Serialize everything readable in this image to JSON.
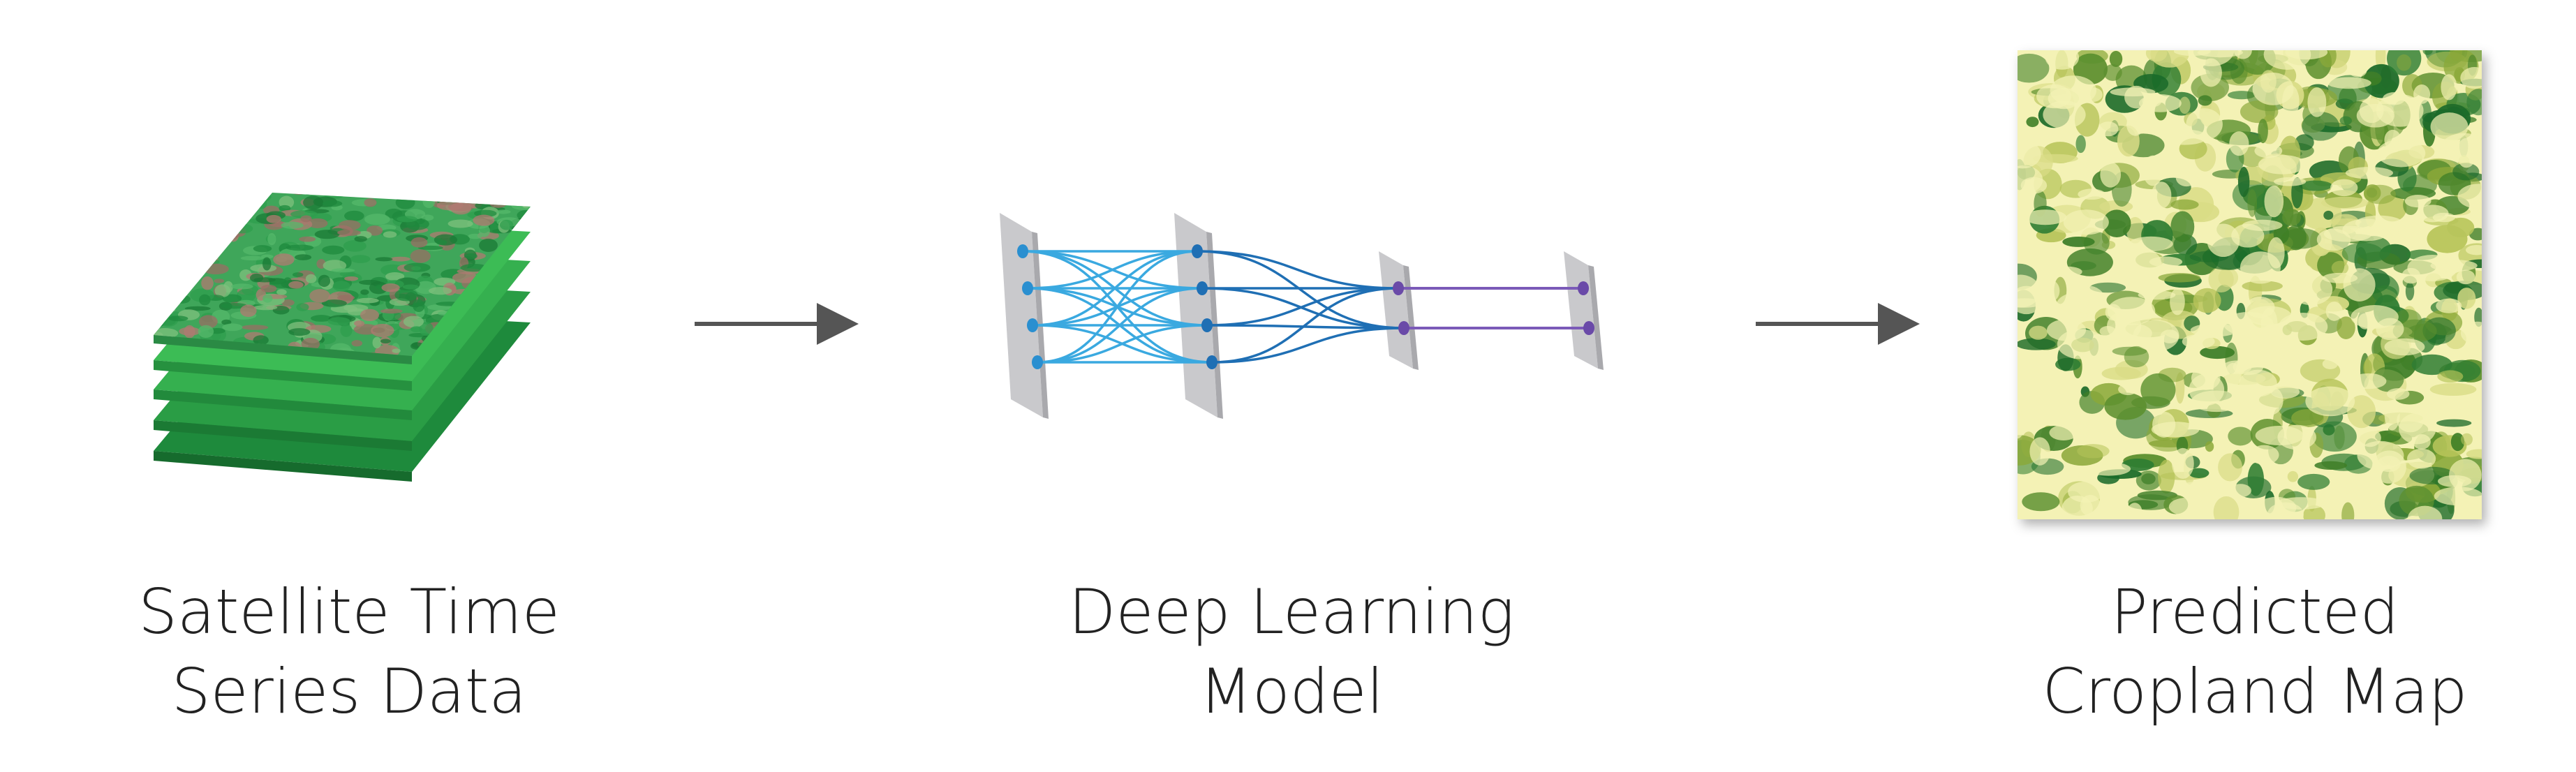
{
  "stages": [
    {
      "id": "satellite",
      "line1": "Satellite Time",
      "line2": "Series Data",
      "icon": "layered-satellite-image-stack-icon"
    },
    {
      "id": "model",
      "line1": "Deep Learning",
      "line2": "Model",
      "icon": "neural-network-icon"
    },
    {
      "id": "map",
      "line1": "Predicted",
      "line2": "Cropland Map",
      "icon": "cropland-map-image"
    }
  ],
  "connectors": [
    "arrow",
    "arrow"
  ],
  "colors": {
    "layer_green_dark": "#1e8a3c",
    "layer_green_mid": "#2fa84a",
    "layer_green_light": "#3cbc55",
    "network_light_blue": "#3aa9e0",
    "network_blue": "#1f6fb4",
    "network_purple": "#7b5ab8",
    "panel_gray": "#c9c9cc",
    "arrow": "#555555",
    "map_yellow": "#f4f2b5",
    "map_green": "#1d6b2a"
  }
}
